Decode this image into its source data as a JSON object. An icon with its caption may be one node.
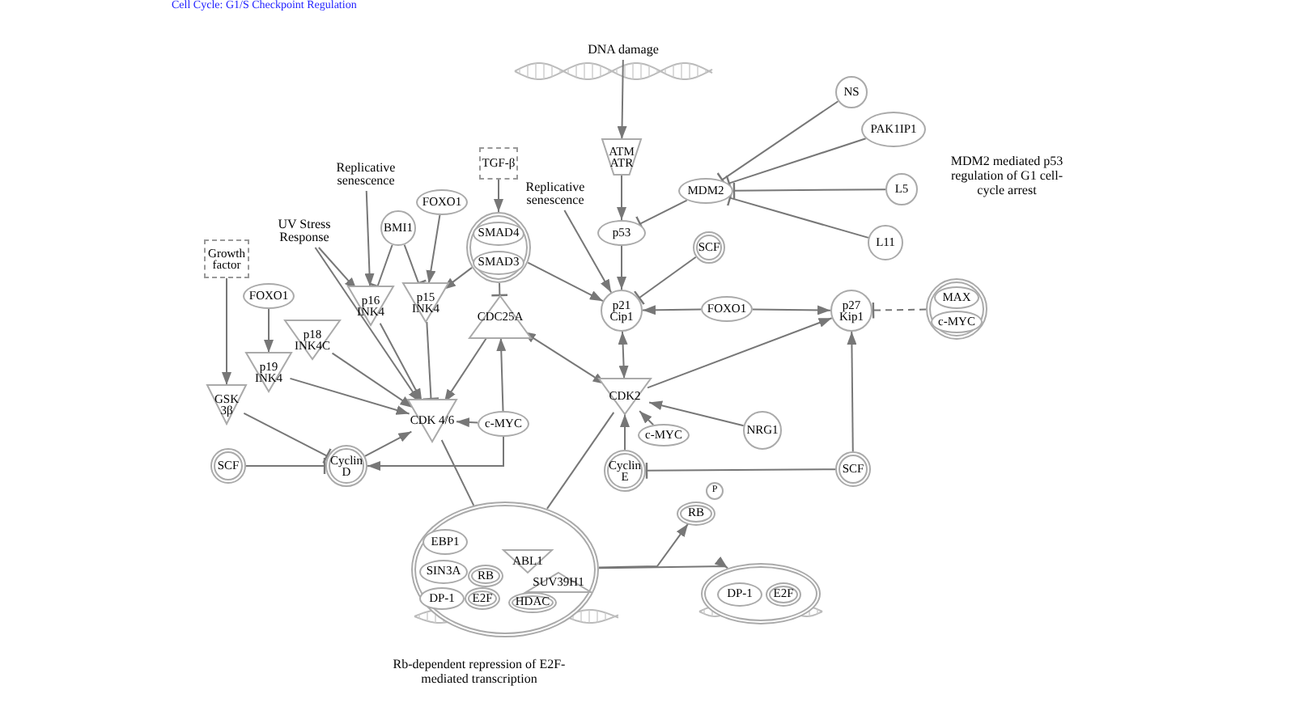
{
  "diagram": {
    "title": "Cell Cycle: G1/S Checkpoint Regulation",
    "nodes": [
      {
        "text": [
          "DNA damage"
        ]
      },
      {
        "text": [
          "ATM ATR"
        ]
      },
      {
        "text": [
          "p53"
        ]
      },
      {
        "text": [
          "MDM2"
        ]
      },
      {
        "text": [
          "NS"
        ]
      },
      {
        "text": [
          "PAK1IP1"
        ]
      },
      {
        "text": [
          "L5"
        ]
      },
      {
        "text": [
          "L11"
        ]
      },
      {
        "text": [
          "Replicative senescence"
        ]
      },
      {
        "text": [
          "TGF-β"
        ]
      },
      {
        "text": [
          "Replicative senescence"
        ]
      },
      {
        "text": [
          "FOXO1"
        ]
      },
      {
        "text": [
          "BMI1"
        ]
      },
      {
        "text": [
          "UV Stress Response"
        ]
      },
      {
        "text": [],
        "shape": "circle"
      },
      {
        "text": [
          "SMAD4"
        ],
        "in": 14
      },
      {
        "text": [
          "SMAD3"
        ],
        "in": 14
      },
      {
        "text": [
          "Growth factor"
        ]
      },
      {
        "text": [
          "SCF"
        ]
      },
      {
        "text": [
          "FOXO1"
        ]
      },
      {
        "text": [
          "p16 INK4"
        ]
      },
      {
        "text": [
          "p15 INK4"
        ]
      },
      {
        "text": [
          "p21 Cip1"
        ]
      },
      {
        "text": [
          "FOXO1"
        ]
      },
      {
        "text": [
          "p27 Kip1"
        ]
      },
      {
        "text": [],
        "shape": "circle"
      },
      {
        "text": [
          "MAX"
        ],
        "in": 25
      },
      {
        "text": [
          "c-MYC"
        ],
        "in": 25
      },
      {
        "text": [
          "CDC25A"
        ]
      },
      {
        "text": [
          "p18 INK4C"
        ]
      },
      {
        "text": [
          "p19 INK4"
        ]
      },
      {
        "text": [
          "GSK 3β"
        ]
      },
      {
        "text": [
          "CDK 4/6"
        ]
      },
      {
        "text": [
          "c-MYC"
        ]
      },
      {
        "text": [
          "CDK2"
        ]
      },
      {
        "text": [
          "NRG1"
        ]
      },
      {
        "text": [
          "c-MYC"
        ]
      },
      {
        "text": [
          "SCF"
        ]
      },
      {
        "text": [
          "Cyclin D"
        ]
      },
      {
        "text": [
          "Cyclin E"
        ]
      },
      {
        "text": [
          "SCF"
        ]
      },
      {
        "text": [],
        "shape": "circle"
      },
      {
        "text": [
          "EBP1"
        ],
        "in": 41
      },
      {
        "text": [
          "SIN3A"
        ],
        "in": 41
      },
      {
        "text": [
          "RB"
        ],
        "in": 41
      },
      {
        "text": [
          "ABL1"
        ],
        "in": 41
      },
      {
        "text": [
          "SUV39H1"
        ],
        "in": 41
      },
      {
        "text": [
          "DP-1"
        ],
        "in": 41
      },
      {
        "text": [
          "E2F"
        ],
        "in": 41
      },
      {
        "text": [
          "HDAC"
        ],
        "in": 41
      },
      {
        "text": [
          "RB"
        ],
        "beside": [
          "P"
        ]
      },
      {
        "text": [],
        "shape": "circle"
      },
      {
        "text": [
          "DP-1"
        ],
        "in": 51
      },
      {
        "text": [
          "E2F"
        ],
        "in": 51
      }
    ],
    "edges": [
      {
        "from": 0,
        "to": 1,
        "arrow": "to"
      },
      {
        "from": 1,
        "to": 2,
        "arrow": "to"
      },
      {
        "from": 2,
        "to": 22,
        "arrow": "to"
      },
      {
        "from": 3,
        "to": 2,
        "arrow": "other"
      },
      {
        "from": 4,
        "to": 3,
        "arrow": "other"
      },
      {
        "from": 5,
        "to": 3,
        "arrow": "other"
      },
      {
        "from": 6,
        "to": 3,
        "arrow": "other"
      },
      {
        "from": 7,
        "to": 3,
        "arrow": "other"
      },
      {
        "from": 9,
        "to": 14,
        "arrow": "to"
      },
      {
        "from": 8,
        "to": 20,
        "arrow": "to"
      },
      {
        "from": 11,
        "to": 21,
        "arrow": "to"
      },
      {
        "from": 12,
        "to": 20,
        "arrow": "other"
      },
      {
        "from": 12,
        "to": 21,
        "arrow": "other"
      },
      {
        "from": 13,
        "to": 20,
        "arrow": "to"
      },
      {
        "from": 13,
        "to": 32,
        "arrow": "to"
      },
      {
        "from": 14,
        "to": 21,
        "arrow": "to"
      },
      {
        "from": 14,
        "to": 22,
        "arrow": "to"
      },
      {
        "from": 14,
        "to": 28,
        "arrow": "other"
      },
      {
        "from": 10,
        "to": 22,
        "arrow": "to"
      },
      {
        "from": 18,
        "to": 22,
        "arrow": "other"
      },
      {
        "from": 17,
        "to": 31,
        "arrow": "to"
      },
      {
        "from": 19,
        "to": 30,
        "arrow": "to"
      },
      {
        "from": 20,
        "to": 32,
        "arrow": "to"
      },
      {
        "from": 21,
        "to": 32,
        "arrow": "other"
      },
      {
        "from": 29,
        "to": 32,
        "arrow": "to"
      },
      {
        "from": 30,
        "to": 32,
        "arrow": "to"
      },
      {
        "from": 28,
        "to": 32,
        "arrow": "to"
      },
      {
        "from": 28,
        "to": 34,
        "arrow": "both"
      },
      {
        "from": 33,
        "to": 28,
        "arrow": "to"
      },
      {
        "from": 33,
        "to": 32,
        "arrow": "to"
      },
      {
        "from": 33,
        "to": 38,
        "arrow": "to"
      },
      {
        "from": 31,
        "to": 38,
        "arrow": "other"
      },
      {
        "from": 37,
        "to": 38,
        "arrow": "other"
      },
      {
        "from": 38,
        "to": 32,
        "arrow": "to"
      },
      {
        "from": 32,
        "to": 41,
        "arrow": "none"
      },
      {
        "from": 34,
        "to": 41,
        "arrow": "none"
      },
      {
        "from": 23,
        "to": 22,
        "arrow": "to"
      },
      {
        "from": 23,
        "to": 24,
        "arrow": "to"
      },
      {
        "from": 22,
        "to": 34,
        "arrow": "both"
      },
      {
        "from": 34,
        "to": 24,
        "arrow": "to"
      },
      {
        "from": 25,
        "to": 24,
        "arrow": "other",
        "style": "dashed"
      },
      {
        "from": 40,
        "to": 24,
        "arrow": "to"
      },
      {
        "from": 40,
        "to": 39,
        "arrow": "other"
      },
      {
        "from": 35,
        "to": 34,
        "arrow": "to"
      },
      {
        "from": 36,
        "to": 34,
        "arrow": "to"
      },
      {
        "from": 39,
        "to": 34,
        "arrow": "to"
      },
      {
        "from": 41,
        "to": 50,
        "arrow": "to"
      },
      {
        "from": 41,
        "to": 51,
        "arrow": "to"
      }
    ],
    "labels": [
      "MDM2 mediated p53 regulation of G1 cell-cycle arrest",
      "Rb-dependent repression of E2F-mediated transcription"
    ]
  }
}
